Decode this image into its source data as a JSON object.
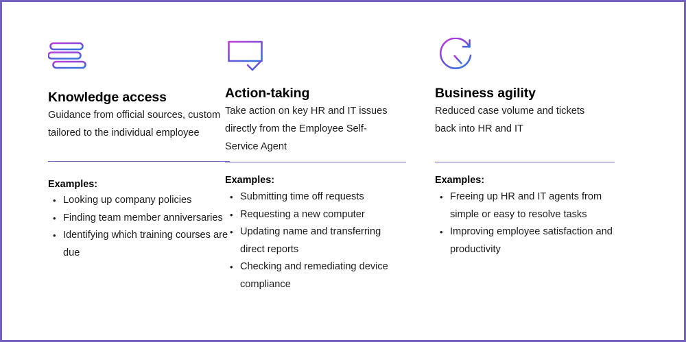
{
  "slide": {
    "border_color": "#7360bf",
    "background": "#ffffff",
    "divider_color": "#7360bf",
    "icon_gradient_start": "#b13bd6",
    "icon_gradient_end": "#3b6fe0"
  },
  "columns": [
    {
      "icon_name": "stacked-books-icon",
      "title": "Knowledge access",
      "description": "Guidance from official sources, custom tailored to the individual employee",
      "examples_label": "Examples:",
      "bullets": [
        "Looking up company policies",
        "Finding team member anniversaries",
        "Identifying which training courses are due"
      ]
    },
    {
      "icon_name": "monitor-check-icon",
      "title": "Action-taking",
      "description": "Take action on key HR and IT issues directly from the Employee Self-Service Agent",
      "examples_label": "Examples:",
      "bullets": [
        "Submitting time off requests",
        "Requesting a new computer",
        "Updating name and transferring direct reports",
        "Checking and remediating device compliance"
      ]
    },
    {
      "icon_name": "clock-refresh-icon",
      "title": "Business agility",
      "description": "Reduced case volume and tickets back into HR and IT",
      "examples_label": "Examples:",
      "bullets": [
        "Freeing up HR and IT agents from simple or easy to resolve tasks",
        "Improving employee satisfaction and productivity"
      ]
    }
  ]
}
